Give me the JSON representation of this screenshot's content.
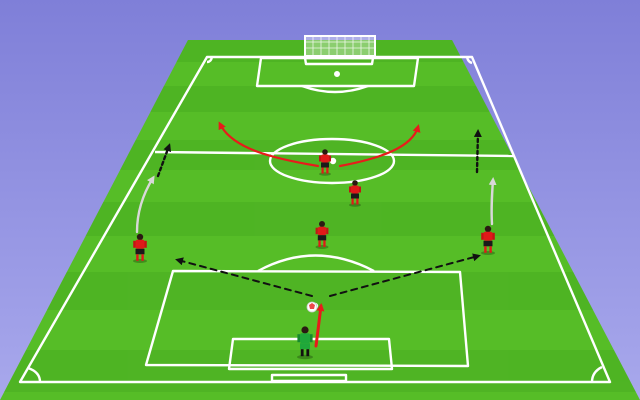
{
  "diagram": {
    "type": "soccer-tactics-drill",
    "colors": {
      "sky_top": "#7f7fd8",
      "sky_bottom": "#a8a8ec",
      "grass_light": "#5cc42a",
      "grass_dark": "#4fb324",
      "line": "#ffffff",
      "kit_shirt": "#e01919",
      "kit_shorts": "#1a1a1a",
      "keeper_kit": "#1fa83a",
      "arrow_red": "#e81b1b",
      "arrow_black": "#111111",
      "arrow_grey": "#cfcfcf"
    },
    "players": [
      {
        "id": "center-forward",
        "role": "outfield"
      },
      {
        "id": "center-mid-high",
        "role": "outfield"
      },
      {
        "id": "center-mid-low",
        "role": "outfield"
      },
      {
        "id": "left-wide",
        "role": "outfield"
      },
      {
        "id": "right-wide",
        "role": "outfield"
      },
      {
        "id": "goalkeeper",
        "role": "goalkeeper"
      }
    ],
    "ball": {
      "present": true
    },
    "movements": [
      {
        "id": "forward-curve-left",
        "style": "red-solid"
      },
      {
        "id": "forward-curve-right",
        "style": "red-solid"
      },
      {
        "id": "keeper-throw",
        "style": "red-solid"
      },
      {
        "id": "pass-to-left",
        "style": "black-dashed"
      },
      {
        "id": "pass-to-right",
        "style": "black-dashed"
      },
      {
        "id": "left-run-upfield",
        "style": "grey-solid"
      },
      {
        "id": "right-run-upfield",
        "style": "grey-solid"
      },
      {
        "id": "left-run-to-halfway",
        "style": "black-dotted"
      },
      {
        "id": "right-run-to-halfway",
        "style": "black-dotted"
      }
    ]
  }
}
